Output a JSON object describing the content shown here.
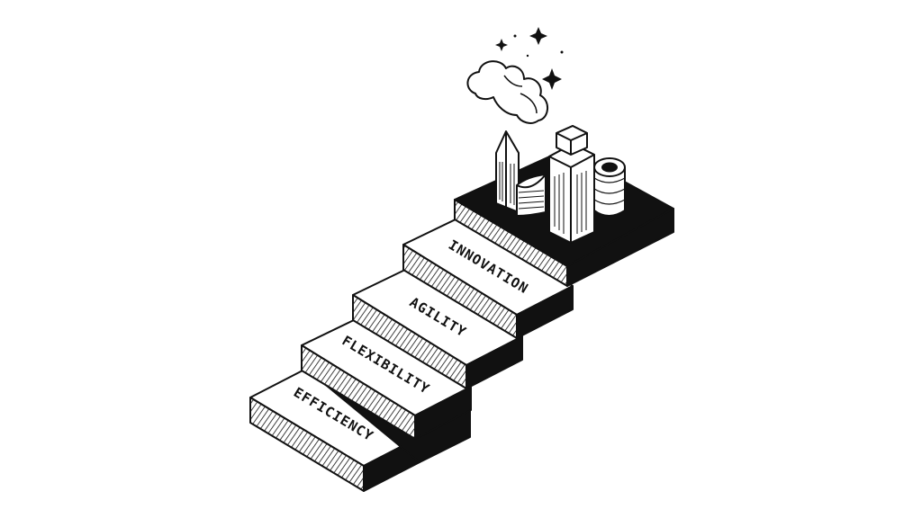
{
  "steps": [
    {
      "label": "EFFICIENCY"
    },
    {
      "label": "FLEXIBILITY"
    },
    {
      "label": "AGILITY"
    },
    {
      "label": "INNOVATION"
    }
  ],
  "colors": {
    "ink": "#111111",
    "paper": "#ffffff",
    "platform": "#111111"
  },
  "icons": [
    "cloud-icon",
    "sparkle-icon",
    "obelisk-tower-icon",
    "skyscraper-icon",
    "cylinder-building-icon",
    "curved-building-icon"
  ]
}
